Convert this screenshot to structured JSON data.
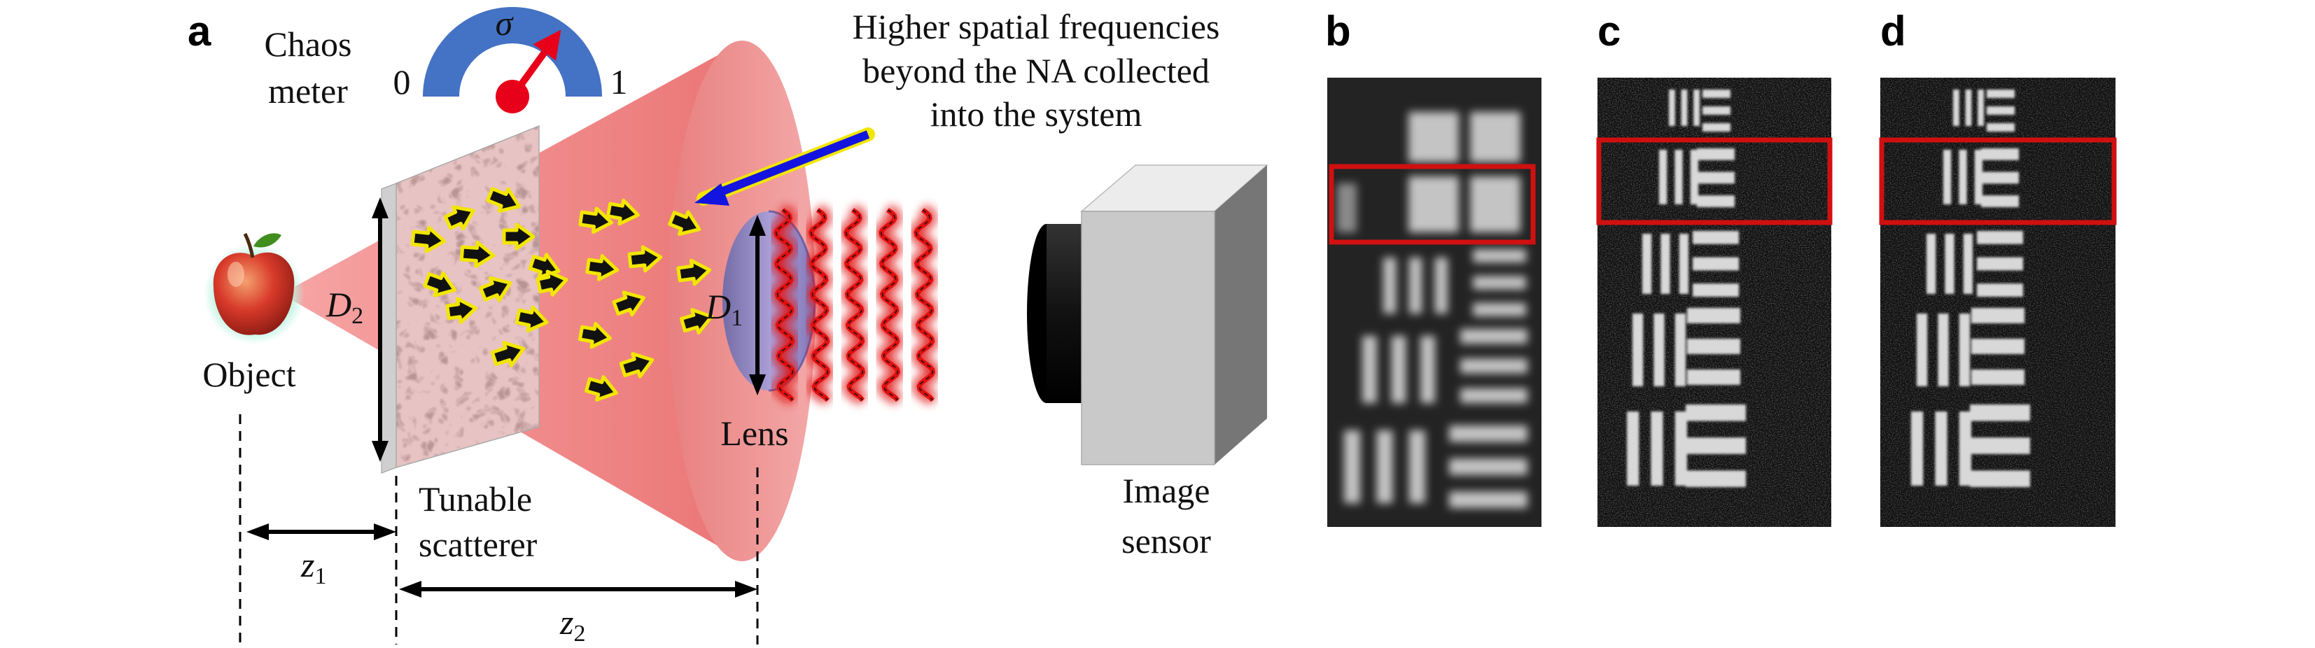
{
  "panels": {
    "a": "a",
    "b": "b",
    "c": "c",
    "d": "d"
  },
  "chaos_meter": {
    "title_line1": "Chaos",
    "title_line2": "meter",
    "symbol": "σ",
    "min": "0",
    "max": "1",
    "level": 0.7
  },
  "callout": {
    "line1": "Higher spatial frequencies",
    "line2": "beyond the NA collected",
    "line3": "into the system"
  },
  "labels": {
    "object": "Object",
    "scatterer_line1": "Tunable",
    "scatterer_line2": "scatterer",
    "lens": "Lens",
    "sensor_line1": "Image",
    "sensor_line2": "sensor"
  },
  "symbols": {
    "d2_main": "D",
    "d2_sub": "2",
    "d1_main": "D",
    "d1_sub": "1",
    "z1_main": "z",
    "z1_sub": "1",
    "z2_main": "z",
    "z2_sub": "2"
  },
  "colors": {
    "cone": "#f08080",
    "meter_arc": "#4472c4",
    "needle": "#e8001a",
    "wave": "#e01010",
    "callout_arrow": "#1414e0",
    "highlight_box": "#d01010",
    "small_arrow_fill": "#111111",
    "small_arrow_outline": "#f2e600"
  }
}
